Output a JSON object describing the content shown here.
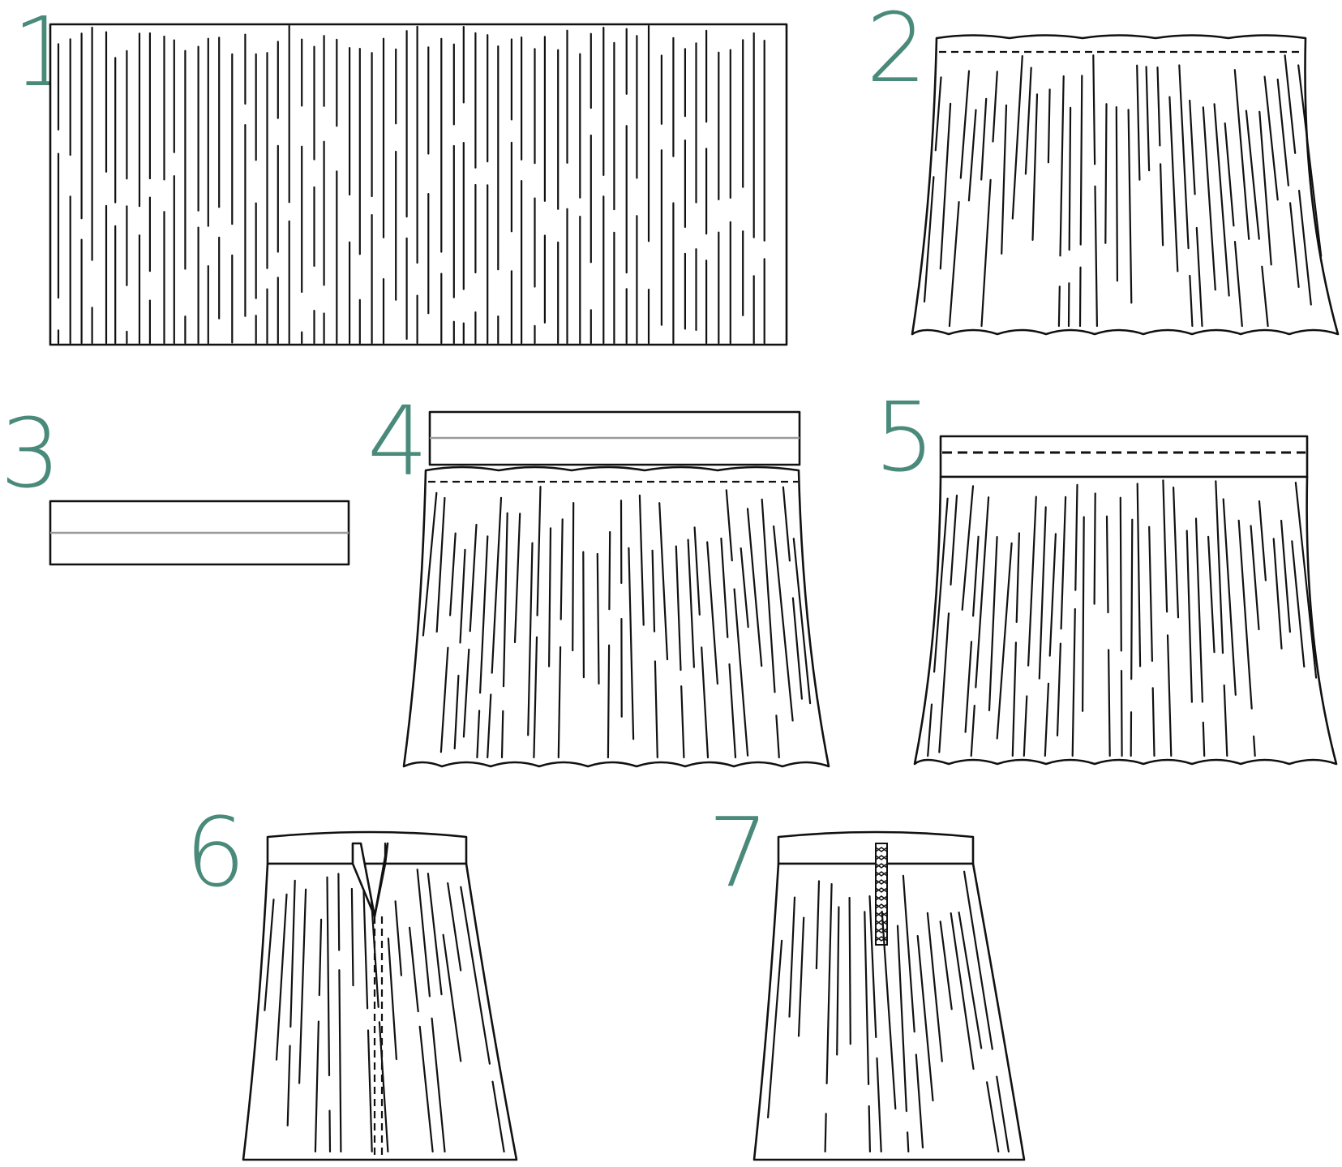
{
  "steps": [
    {
      "label": "1",
      "depicts": "fabric-panel"
    },
    {
      "label": "2",
      "depicts": "gathered-skirt-panel"
    },
    {
      "label": "3",
      "depicts": "waistband-strip"
    },
    {
      "label": "4",
      "depicts": "waistband-over-gathered-skirt"
    },
    {
      "label": "5",
      "depicts": "waistband-stitched-to-skirt"
    },
    {
      "label": "6",
      "depicts": "skirt-with-open-front-seam"
    },
    {
      "label": "7",
      "depicts": "finished-skirt-with-closure"
    }
  ],
  "colors": {
    "step_number": "#4a8a7a",
    "outline": "#111111",
    "fold_line": "#9a9a9a",
    "background": "#ffffff"
  }
}
